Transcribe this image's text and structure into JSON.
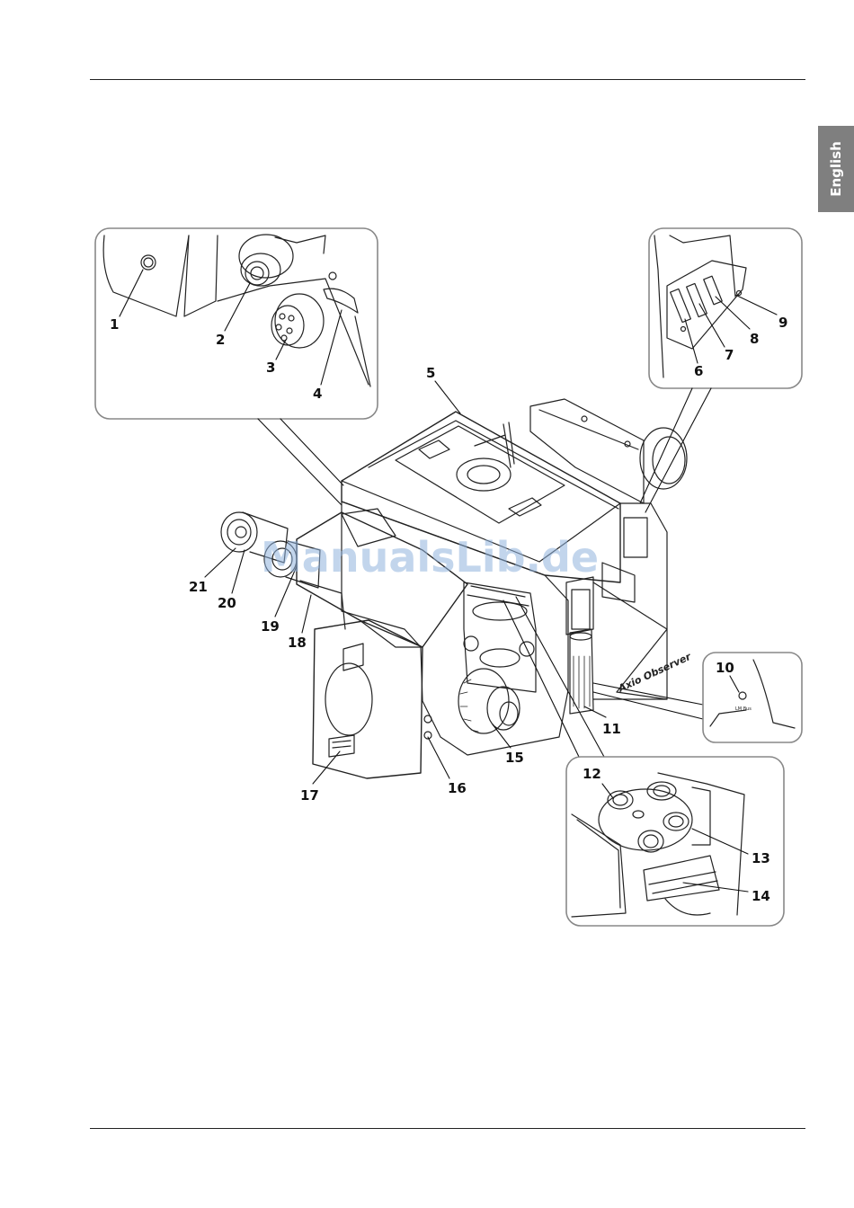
{
  "page": {
    "language_tab": "English"
  },
  "figure": {
    "callouts": [
      "1",
      "2",
      "3",
      "4",
      "5",
      "6",
      "7",
      "8",
      "9",
      "10",
      "11",
      "12",
      "13",
      "14",
      "15",
      "16",
      "17",
      "18",
      "19",
      "20",
      "21"
    ],
    "body_lettering": "Axio Observer",
    "switch_lettering": "LM Bus"
  },
  "watermark": "ManualsLib.de"
}
